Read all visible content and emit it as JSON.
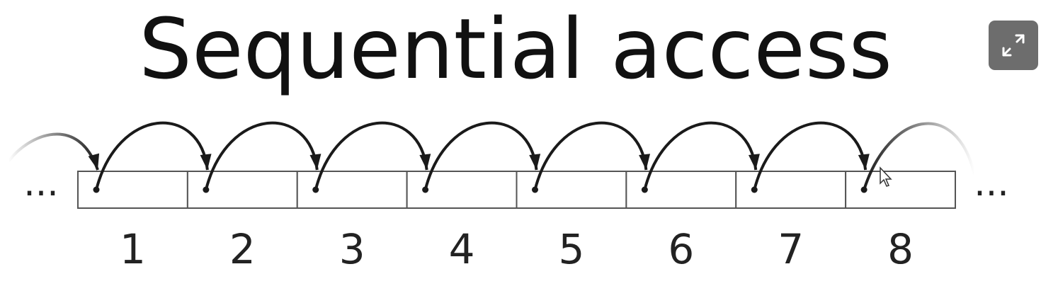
{
  "diagram": {
    "title": "Sequential access",
    "cells": [
      "1",
      "2",
      "3",
      "4",
      "5",
      "6",
      "7",
      "8"
    ],
    "ellipsis_left": "...",
    "ellipsis_right": "..."
  },
  "controls": {
    "expand_icon": "expand-icon"
  }
}
